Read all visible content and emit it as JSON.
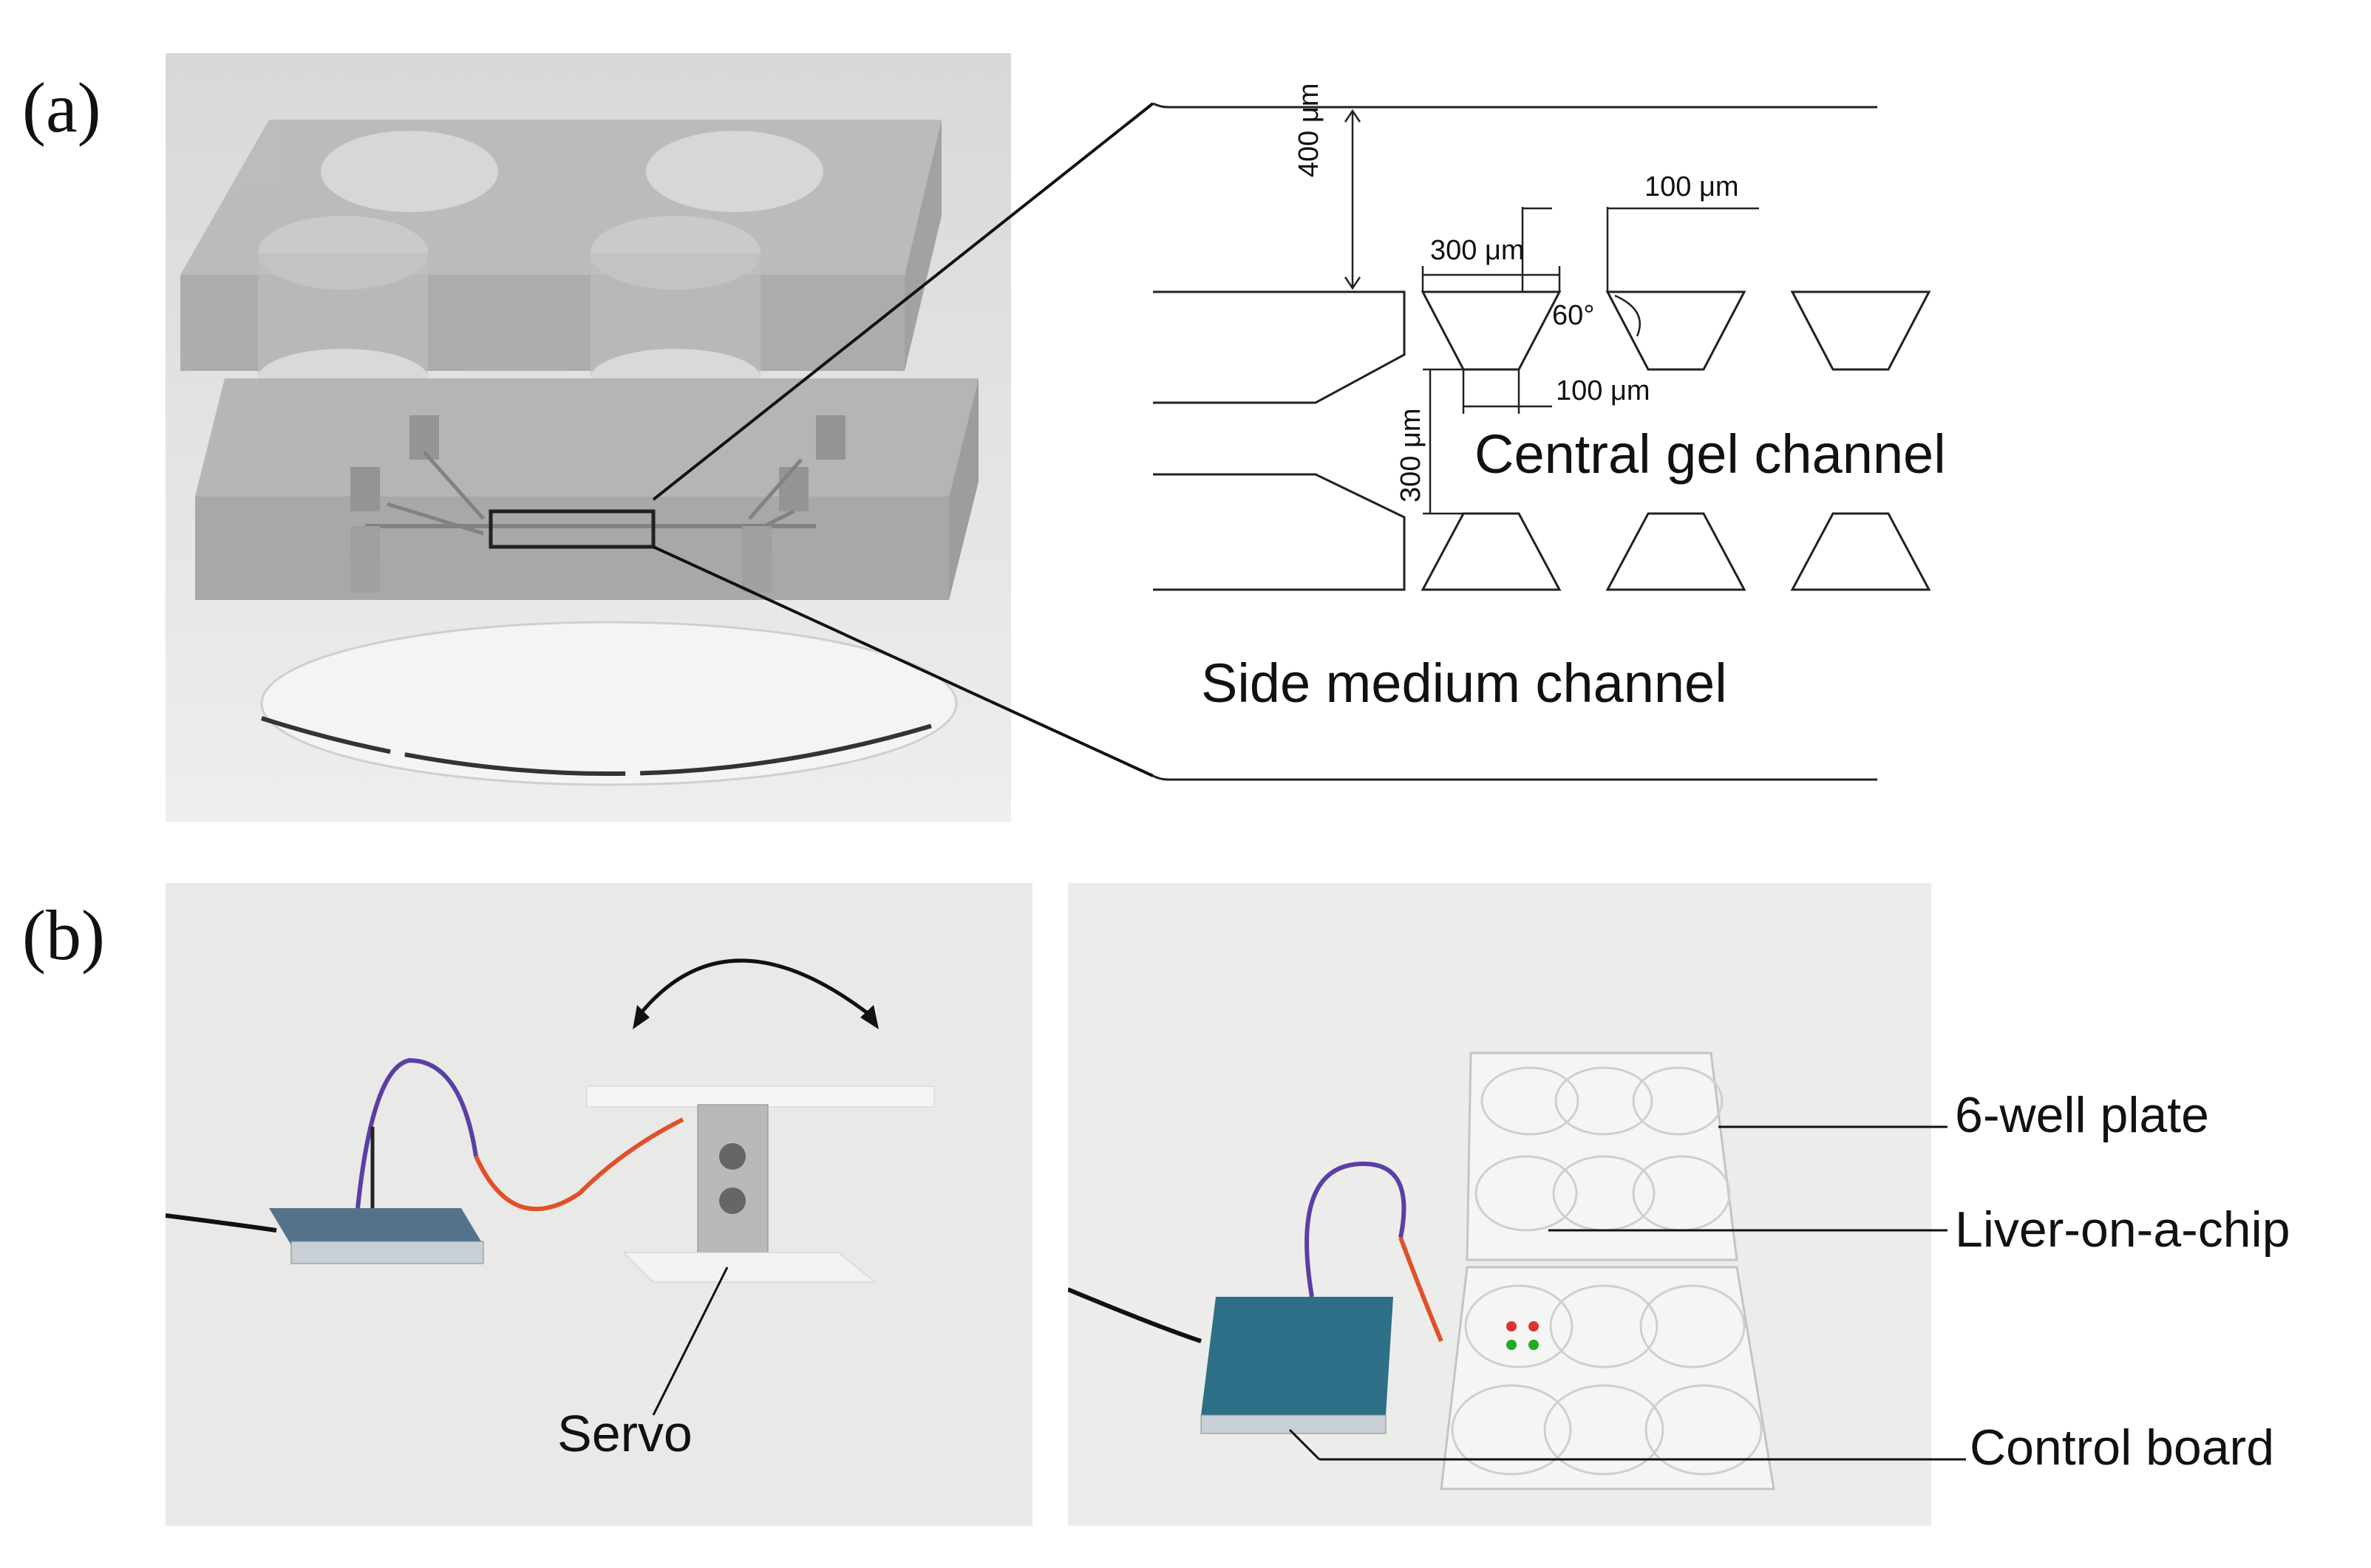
{
  "panels": {
    "a": {
      "label": "(a)"
    },
    "b": {
      "label": "(b)"
    }
  },
  "schematic": {
    "dims": {
      "d400": "400 μm",
      "d100_top": "100 μm",
      "d300_top": "300 μm",
      "angle": "60°",
      "d100_bottom": "100 μm",
      "d300_side": "300 μm"
    },
    "central_channel": "Central gel channel",
    "side_channel": "Side medium channel"
  },
  "photo_left": {
    "servo": "Servo"
  },
  "photo_right": {
    "plate": "6-well plate",
    "chip": "Liver-on-a-chip",
    "board": "Control board"
  }
}
